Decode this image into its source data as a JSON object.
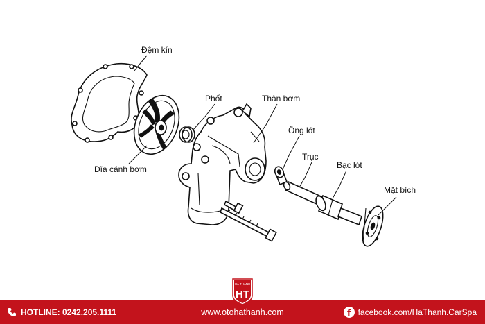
{
  "labels": {
    "gasket": "Đệm kín",
    "seal": "Phốt",
    "pump_body": "Thân bơm",
    "bushing_tube": "Ống lót",
    "shaft": "Trục",
    "bearing": "Bạc lót",
    "impeller": "Đĩa cánh bơm",
    "flange": "Mặt bích"
  },
  "footer": {
    "hotline": "HOTLINE: 0242.205.1111",
    "website": "www.otohathanh.com",
    "facebook": "facebook.com/HaThanh.CarSpa"
  },
  "logo": {
    "top_text": "HA THANH",
    "mark": "HT"
  },
  "icons": {
    "phone": "phone-icon",
    "facebook": "facebook-icon",
    "logo": "ha-thanh-logo-icon"
  },
  "colors": {
    "footer_bg": "#c3131c",
    "line": "#111111"
  }
}
